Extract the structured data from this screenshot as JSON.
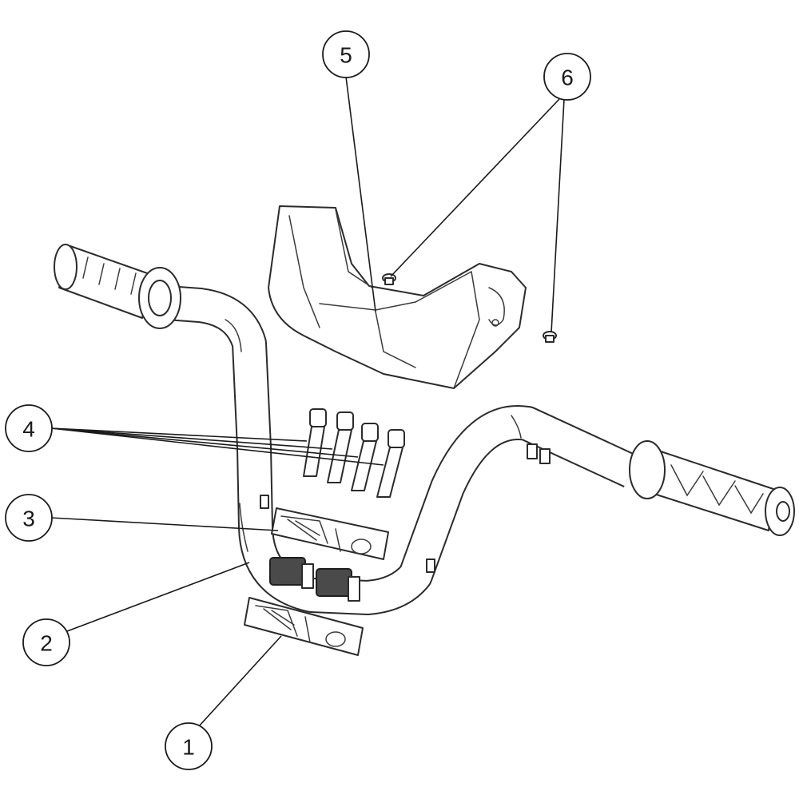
{
  "callouts": [
    {
      "id": "1",
      "label": "1"
    },
    {
      "id": "2",
      "label": "2"
    },
    {
      "id": "3",
      "label": "3"
    },
    {
      "id": "4",
      "label": "4"
    },
    {
      "id": "5",
      "label": "5"
    },
    {
      "id": "6",
      "label": "6"
    }
  ],
  "colors": {
    "line": "#2b2b2b",
    "fill": "#ffffff",
    "pad": "#4a4a4a"
  }
}
